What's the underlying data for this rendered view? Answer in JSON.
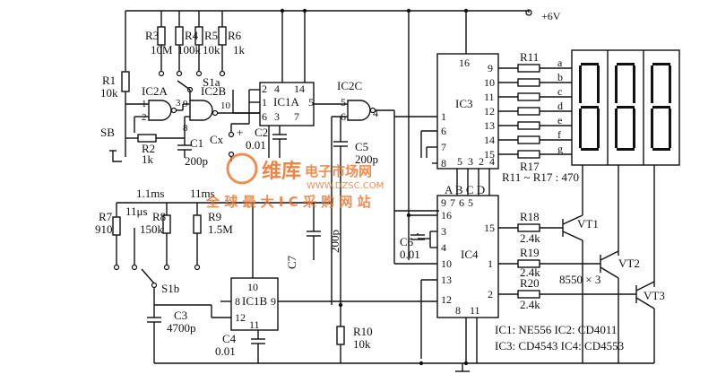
{
  "supply": "+6V",
  "resistors": {
    "r3": "R3",
    "r3_val": "10M",
    "r4": "R4",
    "r4_val": "100k",
    "r5": "R5",
    "r5_val": "10k",
    "r6": "R6",
    "r6_val": "1k",
    "r1": "R1",
    "r1_val": "10k",
    "r2": "R2",
    "r2_val": "1k",
    "r7": "R7",
    "r7_val": "910",
    "r8": "R8",
    "r8_val": "150k",
    "r9": "R9",
    "r9_val": "1.5M",
    "r10": "R10",
    "r10_val": "10k",
    "r11": "R11",
    "r17": "R17",
    "r18": "R18",
    "r18_val": "2.4k",
    "r19": "R19",
    "r19_val": "2.4k",
    "r20": "R20",
    "r20_val": "2.4k",
    "r11_r17_note": "R11 ~ R17 : 470"
  },
  "capacitors": {
    "c1": "C1",
    "c1_val": "200p",
    "c2": "C2",
    "c2_val": "0.01",
    "c3": "C3",
    "c3_val": "4700p",
    "c4": "C4",
    "c4_val": "0.01",
    "c5": "C5",
    "c5_val": "200p",
    "c6": "C6",
    "c6_val": "0.01",
    "c7": "C7",
    "c7_val": "200p",
    "cx": "Cx"
  },
  "switches": {
    "s1a": "S1a",
    "s1b": "S1b",
    "sb": "SB"
  },
  "ranges": {
    "r1": "1.1ms",
    "r2": "11ms",
    "r3": "11μs"
  },
  "gates": {
    "ic2a": "IC2A",
    "ic2b": "IC2B",
    "ic2c": "IC2C",
    "ic1a": "IC1A",
    "ic1b": "IC1B",
    "ic3": "IC3",
    "ic4": "IC4"
  },
  "transistors": {
    "vt1": "VT1",
    "vt2": "VT2",
    "vt3": "VT3",
    "type": "8550 × 3"
  },
  "legend": {
    "line1": "IC1: NE556  IC2: CD4011",
    "line2": "IC3: CD4543  IC4: CD4553"
  },
  "segments": [
    "a",
    "b",
    "c",
    "d",
    "e",
    "f",
    "g"
  ],
  "bcd": "A B C D",
  "watermark": {
    "brand": "维库",
    "title": "电子市场网",
    "url": "WWW.DZSC.COM",
    "tagline": "全 球 最 大 I C 采 购 网 站"
  }
}
